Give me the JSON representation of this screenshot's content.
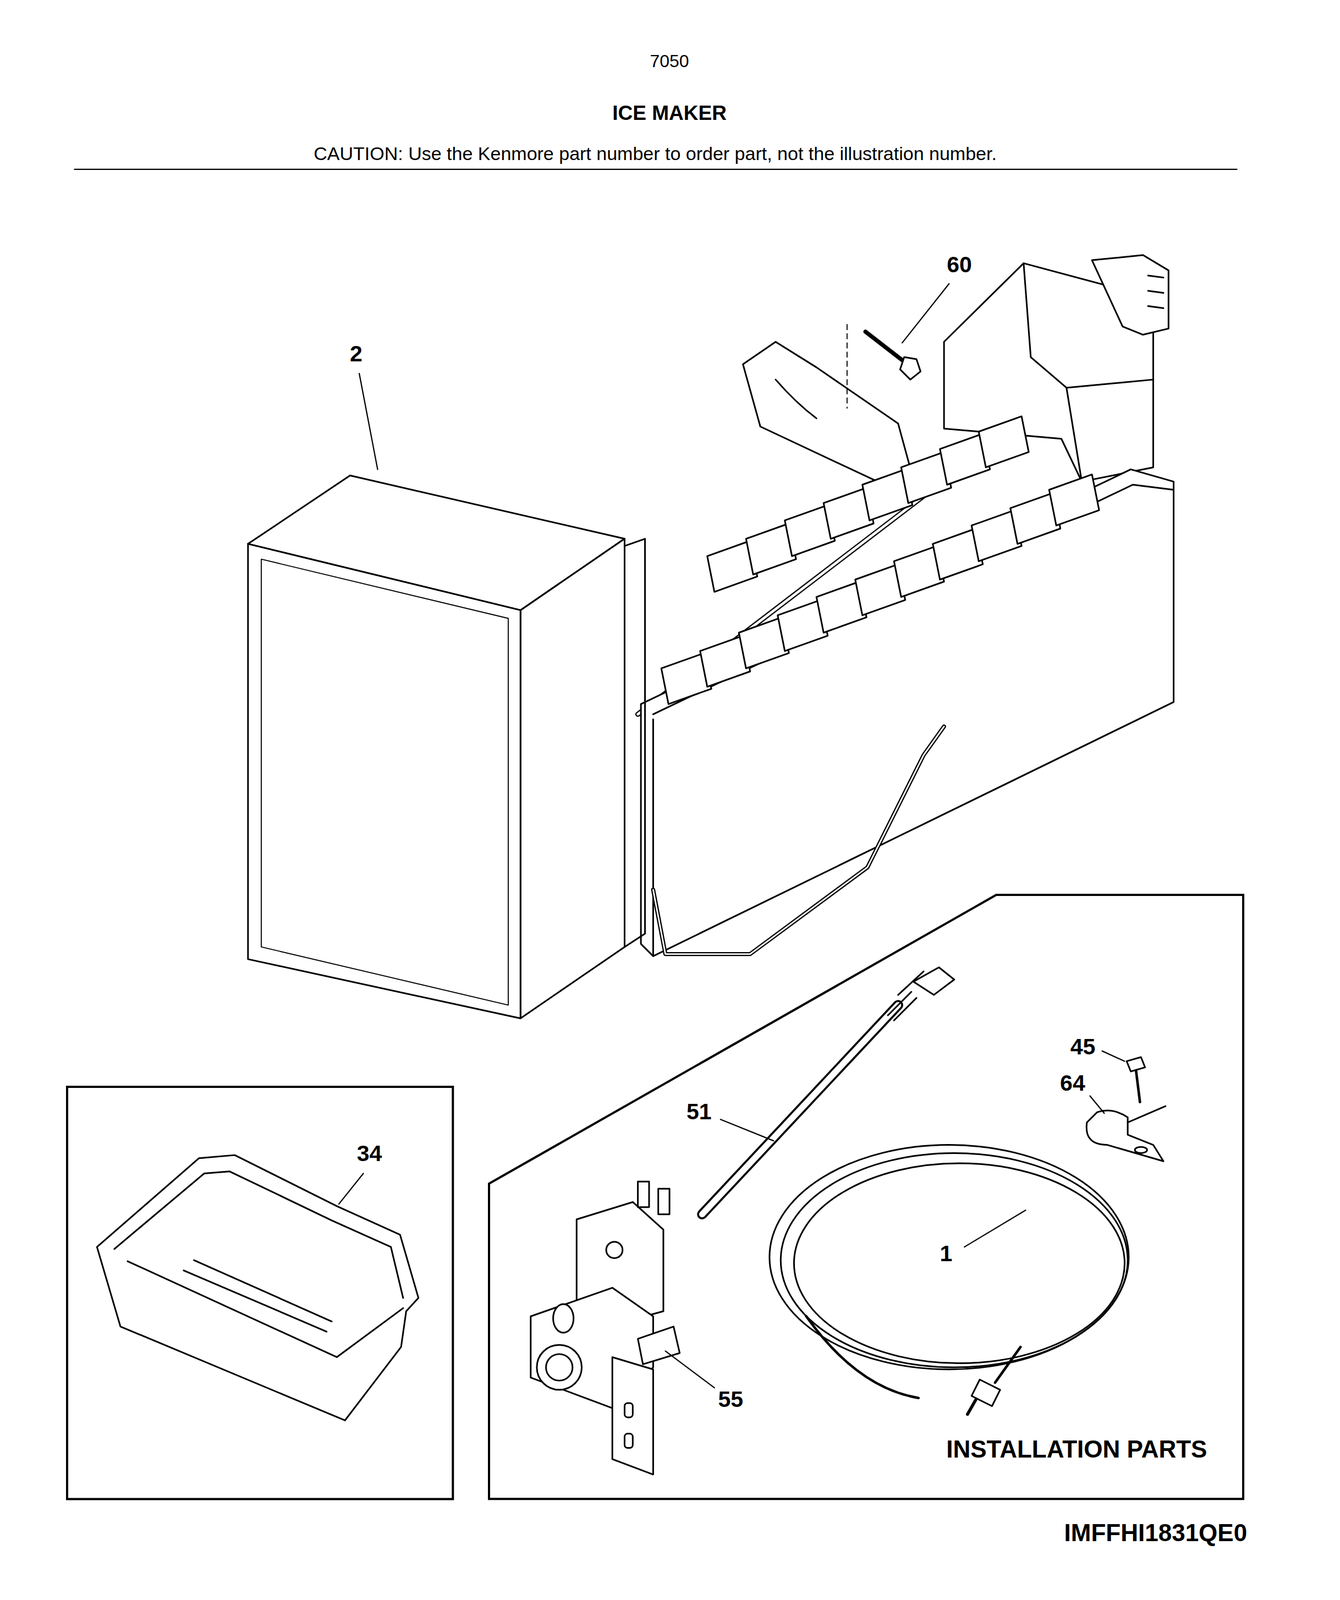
{
  "diagram": {
    "title": "ICE MAKER",
    "nodes": [
      {
        "text": [
          "34"
        ]
      },
      {
        "text": [
          "51",
          "45",
          "64",
          "1",
          "55",
          "INSTALLATION PARTS"
        ]
      }
    ],
    "labels": [
      "7050",
      "CAUTION: Use the Kenmore part number to order part, not the illustration number.",
      "60",
      "2",
      "IMFFHI1831QE0"
    ]
  }
}
